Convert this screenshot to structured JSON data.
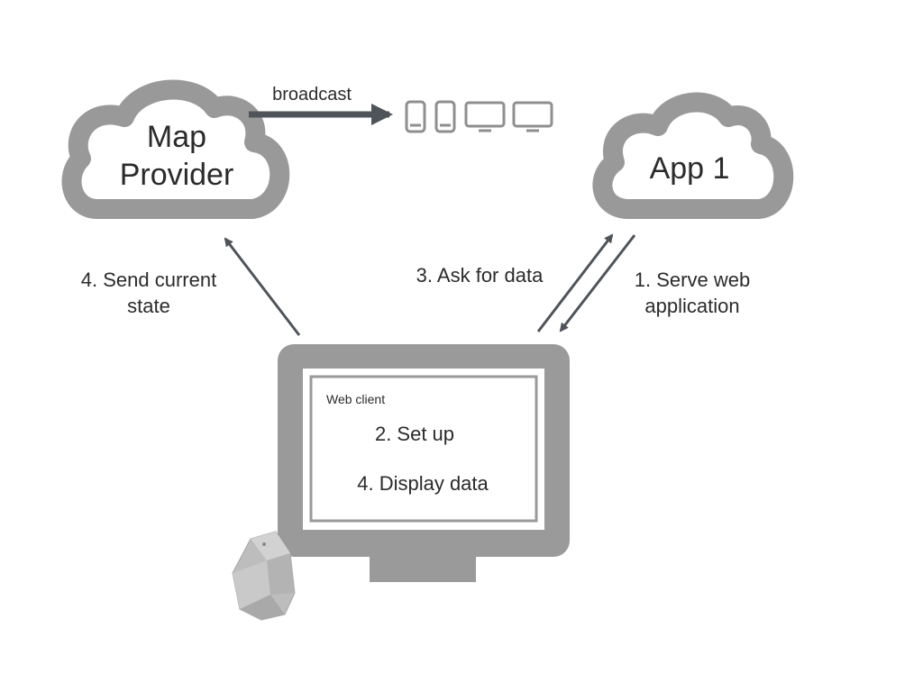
{
  "nodes": {
    "map_provider": {
      "line1": "Map",
      "line2": "Provider"
    },
    "app": {
      "label": "App 1"
    },
    "web_client": {
      "caption": "Web client",
      "step_setup": "2. Set up",
      "step_display": "4. Display data"
    }
  },
  "edges": {
    "broadcast": "broadcast",
    "send_state": {
      "line1": "4. Send current",
      "line2": "state"
    },
    "ask_data": "3. Ask for data",
    "serve": {
      "line1": "1.   Serve web",
      "line2": "application"
    }
  },
  "colors": {
    "cloud": "#999999",
    "arrow": "#4f545a",
    "device": "#8f8f8f",
    "monitor": "#9a9a9a",
    "text": "#2b2b2b"
  },
  "icons": [
    "phone-icon",
    "phone-icon",
    "monitor-icon",
    "monitor-icon",
    "beacon-icon"
  ]
}
